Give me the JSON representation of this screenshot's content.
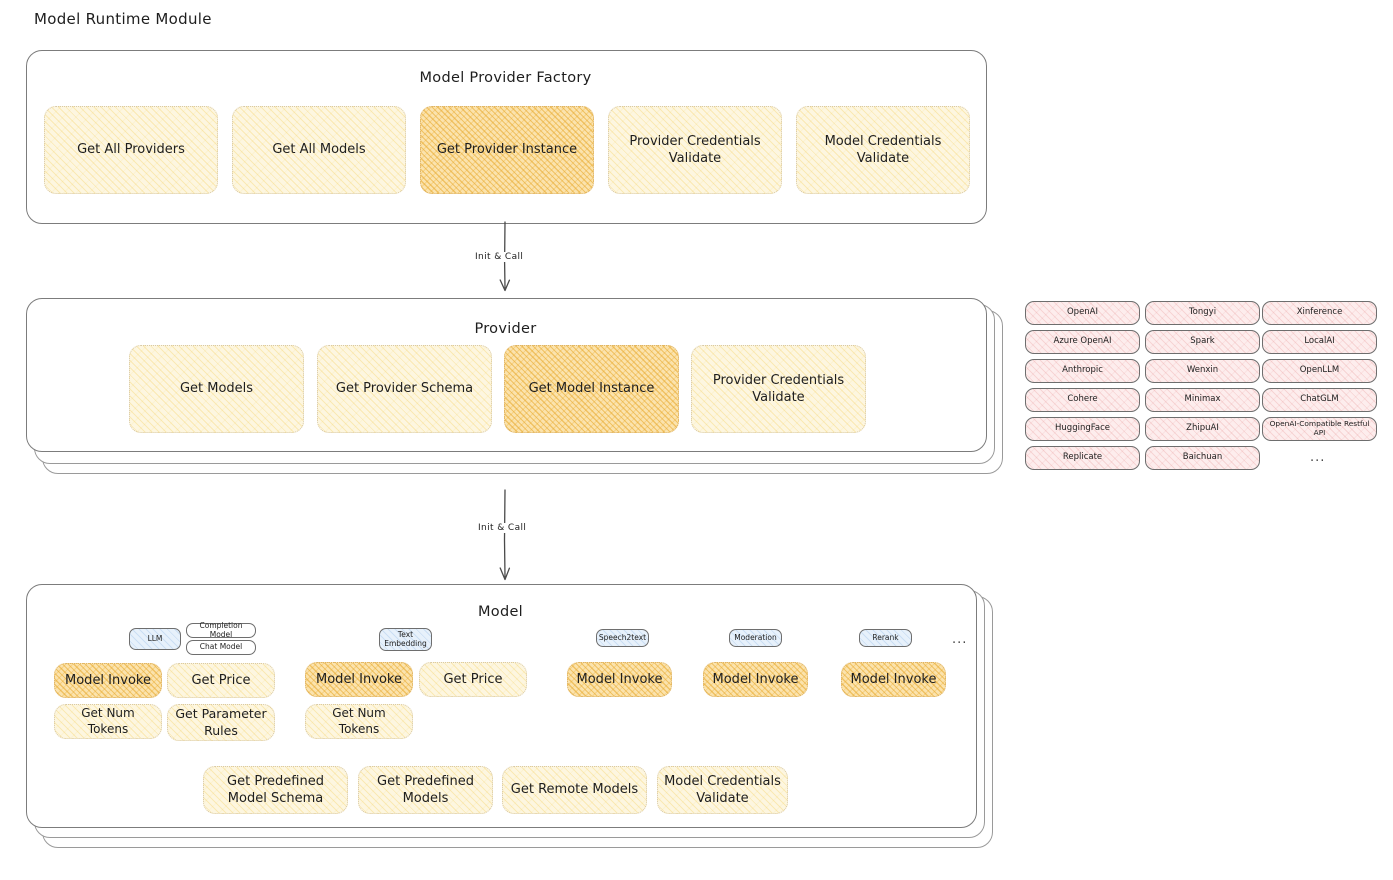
{
  "page": {
    "title": "Model Runtime Module"
  },
  "factory": {
    "title": "Model Provider Factory",
    "nodes": [
      {
        "label": "Get All Providers",
        "highlight": false
      },
      {
        "label": "Get All Models",
        "highlight": false
      },
      {
        "label": "Get Provider Instance",
        "highlight": true
      },
      {
        "label": "Provider Credentials Validate",
        "highlight": false
      },
      {
        "label": "Model Credentials Validate",
        "highlight": false
      }
    ]
  },
  "arrows": [
    {
      "label": "Init & Call"
    },
    {
      "label": "Init & Call"
    }
  ],
  "provider": {
    "title": "Provider",
    "nodes": [
      {
        "label": "Get Models",
        "highlight": false
      },
      {
        "label": "Get Provider Schema",
        "highlight": false
      },
      {
        "label": "Get Model Instance",
        "highlight": true
      },
      {
        "label": "Provider Credentials Validate",
        "highlight": false
      }
    ]
  },
  "provider_list": {
    "columns": [
      [
        "OpenAI",
        "Azure OpenAI",
        "Anthropic",
        "Cohere",
        "HuggingFace",
        "Replicate"
      ],
      [
        "Tongyi",
        "Spark",
        "Wenxin",
        "Minimax",
        "ZhipuAI",
        "Baichuan"
      ],
      [
        "Xinference",
        "LocalAI",
        "OpenLLM",
        "ChatGLM",
        "OpenAI-Compatible Restful API"
      ]
    ],
    "more": "..."
  },
  "model": {
    "title": "Model",
    "more": "...",
    "types": [
      {
        "badge": "LLM",
        "sub_badges": [
          "Completion Model",
          "Chat Model"
        ],
        "nodes": [
          {
            "label": "Model Invoke",
            "highlight": true
          },
          {
            "label": "Get Price",
            "highlight": false
          },
          {
            "label": "Get Num Tokens",
            "highlight": false
          },
          {
            "label": "Get Parameter Rules",
            "highlight": false
          }
        ]
      },
      {
        "badge": "Text Embedding",
        "sub_badges": [],
        "nodes": [
          {
            "label": "Model Invoke",
            "highlight": true
          },
          {
            "label": "Get Price",
            "highlight": false
          },
          {
            "label": "Get Num Tokens",
            "highlight": false
          }
        ]
      },
      {
        "badge": "Speech2text",
        "sub_badges": [],
        "nodes": [
          {
            "label": "Model Invoke",
            "highlight": true
          }
        ]
      },
      {
        "badge": "Moderation",
        "sub_badges": [],
        "nodes": [
          {
            "label": "Model Invoke",
            "highlight": true
          }
        ]
      },
      {
        "badge": "Rerank",
        "sub_badges": [],
        "nodes": [
          {
            "label": "Model Invoke",
            "highlight": true
          }
        ]
      }
    ],
    "common_nodes": [
      {
        "label": "Get Predefined Model Schema"
      },
      {
        "label": "Get Predefined Models"
      },
      {
        "label": "Get Remote Models"
      },
      {
        "label": "Model Credentials Validate"
      }
    ]
  },
  "colors": {
    "highlight_fill": "#fbe3ad",
    "node_fill": "#fdf6e0",
    "provider_chip_fill": "#fdeded",
    "model_badge_fill": "#e7f1fb",
    "stroke": "#7c7c7c",
    "text": "#1e1e1e"
  }
}
